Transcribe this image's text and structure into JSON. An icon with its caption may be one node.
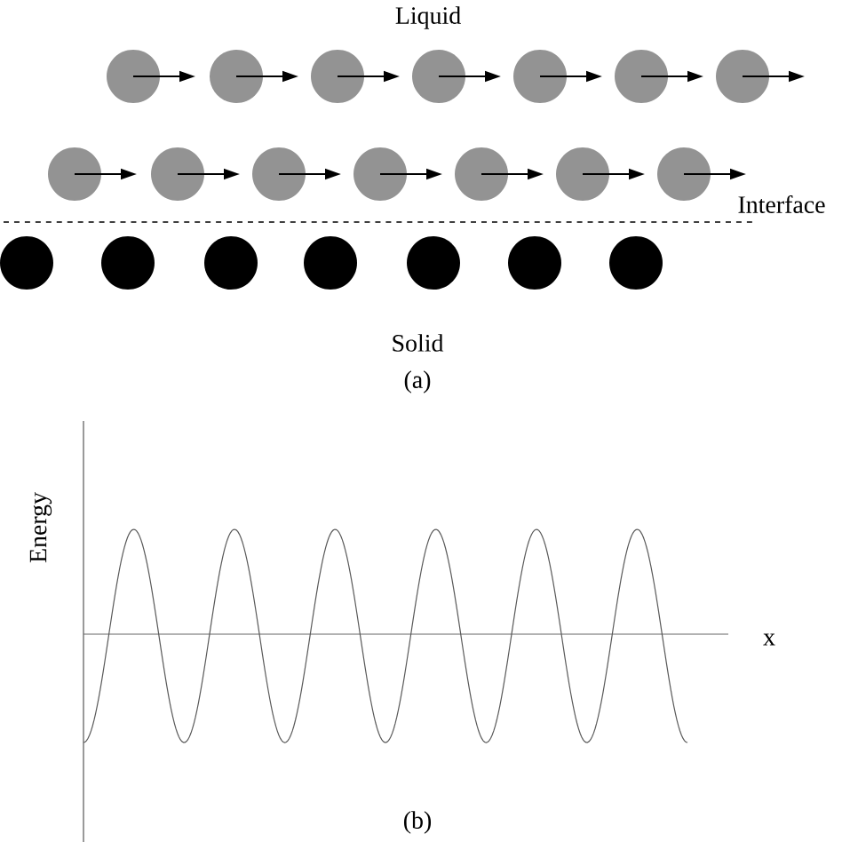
{
  "diagram": {
    "labels": [
      "Liquid",
      "Interface",
      "Solid",
      "(a)",
      "Energy",
      "x",
      "(b)"
    ]
  }
}
